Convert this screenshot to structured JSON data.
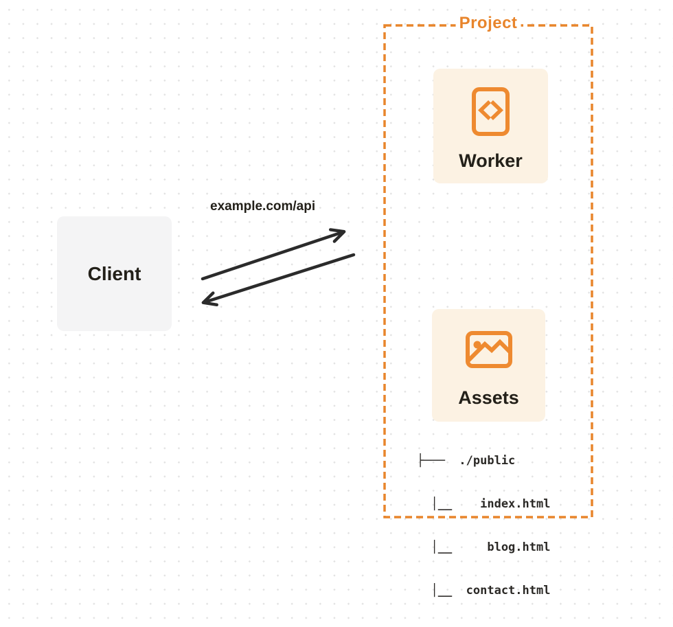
{
  "diagram": {
    "client": {
      "label": "Client"
    },
    "request_label": "example.com/api",
    "project": {
      "label": "Project",
      "worker": {
        "label": "Worker",
        "icon": "code-file-icon"
      },
      "assets": {
        "label": "Assets",
        "icon": "image-icon"
      },
      "file_tree": {
        "lines": [
          "├───  ./public",
          "  │__    index.html",
          "  │__     blog.html",
          "  │__  contact.html"
        ]
      }
    },
    "colors": {
      "accent_orange": "#e8852c",
      "card_cream": "#fcf2e3",
      "card_gray": "#f4f4f5",
      "ink": "#232019",
      "arrow": "#2b2b2b",
      "dot_grid": "#e2e2e2"
    }
  }
}
